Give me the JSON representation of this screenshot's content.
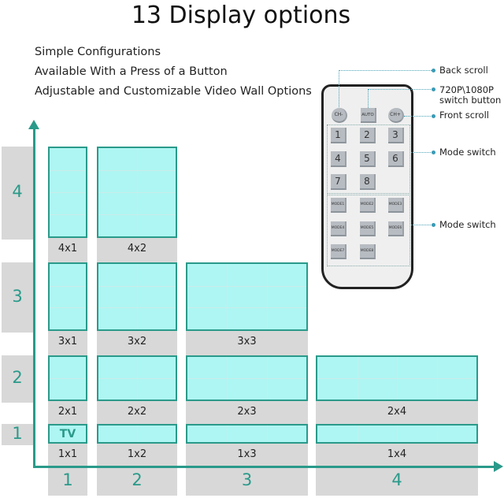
{
  "title": "13 Display options",
  "features": [
    "Simple Configurations",
    "Available With a Press of a Button",
    "Adjustable and Customizable Video Wall Options"
  ],
  "colors": {
    "panel_fill": "#aef6f3",
    "panel_border": "#2a9a8a",
    "band": "#d8d8d8",
    "accent": "#2a9a8a"
  },
  "axis": {
    "rows": [
      "1",
      "2",
      "3",
      "4"
    ],
    "cols": [
      "1",
      "2",
      "3",
      "4"
    ]
  },
  "layouts": [
    {
      "label": "4x1",
      "rows": 4,
      "cols": 1
    },
    {
      "label": "4x2",
      "rows": 4,
      "cols": 2
    },
    {
      "label": "3x1",
      "rows": 3,
      "cols": 1
    },
    {
      "label": "3x2",
      "rows": 3,
      "cols": 2
    },
    {
      "label": "3x3",
      "rows": 3,
      "cols": 3
    },
    {
      "label": "2x1",
      "rows": 2,
      "cols": 1
    },
    {
      "label": "2x2",
      "rows": 2,
      "cols": 2
    },
    {
      "label": "2x3",
      "rows": 2,
      "cols": 3
    },
    {
      "label": "2x4",
      "rows": 2,
      "cols": 4
    },
    {
      "label": "1x1",
      "rows": 1,
      "cols": 1,
      "text": "TV"
    },
    {
      "label": "1x2",
      "rows": 1,
      "cols": 2
    },
    {
      "label": "1x3",
      "rows": 1,
      "cols": 3
    },
    {
      "label": "1x4",
      "rows": 1,
      "cols": 4
    }
  ],
  "remote": {
    "top": [
      "CH-",
      "AUTO",
      "CH+"
    ],
    "numbers": [
      "1",
      "2",
      "3",
      "4",
      "5",
      "6",
      "7",
      "8"
    ],
    "modes": [
      "MODE1",
      "MODE2",
      "MODE3",
      "MODE4",
      "MODE5",
      "MODE6",
      "MODE7",
      "MODE8"
    ]
  },
  "callouts": {
    "back": "Back scroll",
    "res1": "720P\\1080P",
    "res2": "switch button",
    "front": "Front scroll",
    "mode1": "Mode switch",
    "mode2": "Mode switch"
  }
}
